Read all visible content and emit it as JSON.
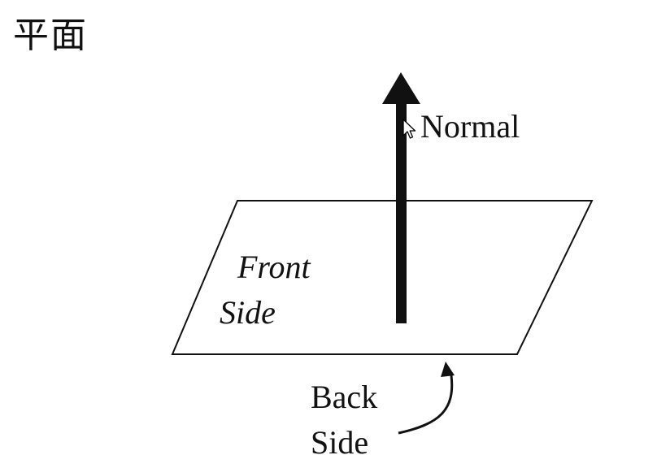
{
  "title": "平面",
  "labels": {
    "normal": "Normal",
    "front_line1": "Front",
    "front_line2": "Side",
    "back_line1": "Back",
    "back_line2": "Side"
  },
  "colors": {
    "ink": "#111111",
    "background": "#ffffff"
  },
  "icons": {
    "cursor": "mouse-pointer-icon"
  }
}
